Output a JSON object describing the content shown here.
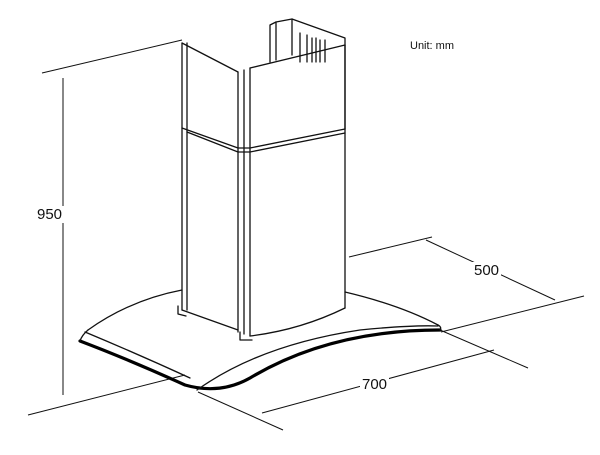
{
  "drawing": {
    "unit_label": "Unit: mm",
    "dimensions": {
      "height": "950",
      "depth": "500",
      "width": "700"
    }
  },
  "colors": {
    "line": "#111111",
    "background": "#ffffff"
  }
}
